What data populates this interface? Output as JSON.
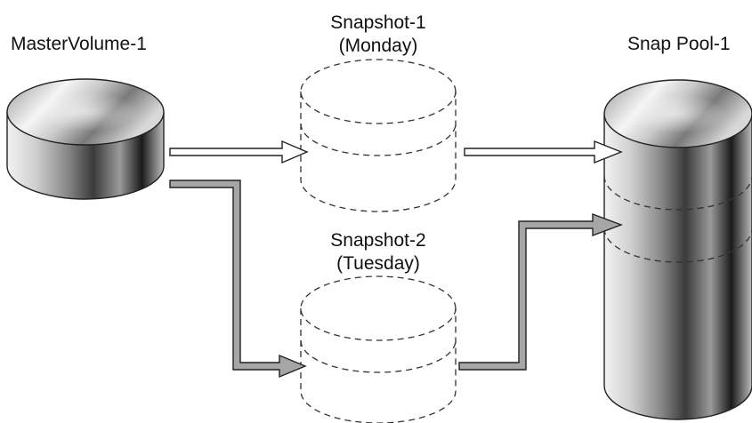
{
  "master": {
    "label": "MasterVolume-1"
  },
  "snapshot1": {
    "line1": "Snapshot-1",
    "line2": "(Monday)"
  },
  "snapshot2": {
    "line1": "Snapshot-2",
    "line2": "(Tuesday)"
  },
  "pool": {
    "label": "Snap Pool-1"
  },
  "colors": {
    "arrow_white": "#ffffff",
    "arrow_gray": "#a6a6a6",
    "outline": "#222222",
    "dashed": "#333333"
  }
}
